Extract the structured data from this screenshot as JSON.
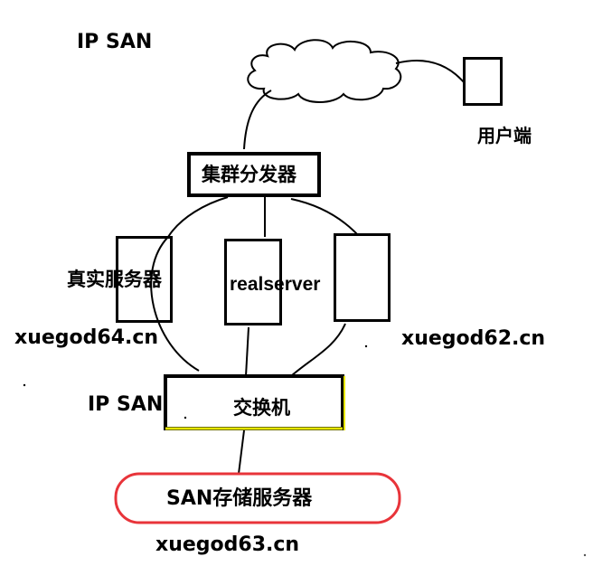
{
  "diagram": {
    "title_top": "IP SAN",
    "user_label": "用户端",
    "dispatcher_label": "集群分发器",
    "real_server_label": "真实服务器",
    "middle_server_label": "realserver",
    "host_left": "xuegod64.cn",
    "host_right": "xuegod62.cn",
    "ipsan_label": "IP SAN",
    "switch_label": "交换机",
    "storage_label": "SAN存储服务器",
    "host_storage": "xuegod63.cn"
  },
  "colors": {
    "line": "#000000",
    "switch_accent": "#e6e600",
    "storage_outline": "#e8343a"
  }
}
